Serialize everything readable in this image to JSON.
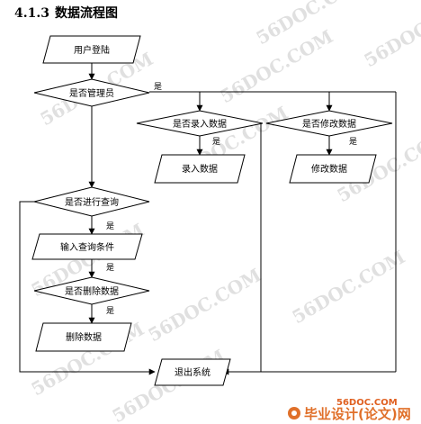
{
  "heading": {
    "number": "4.1.3",
    "title": "数据流程图"
  },
  "nodes": {
    "login": "用户登陆",
    "is_admin": "是否管理员",
    "is_entry": "是否录入数据",
    "entry": "录入数据",
    "is_modify": "是否修改数据",
    "modify": "修改数据",
    "is_query": "是否进行查询",
    "input_condition": "输入查询条件",
    "is_delete": "是否删除数据",
    "delete": "删除数据",
    "exit": "退出系统"
  },
  "edge_labels": {
    "admin_yes": "是",
    "entry_yes": "是",
    "modify_yes": "是",
    "query_yes": "是",
    "condition_yes": "是",
    "delete_yes": "是"
  },
  "watermark": "56DOC.COM",
  "logo": {
    "site": "56DOC.COM",
    "text": "毕业设计(论文)网"
  }
}
